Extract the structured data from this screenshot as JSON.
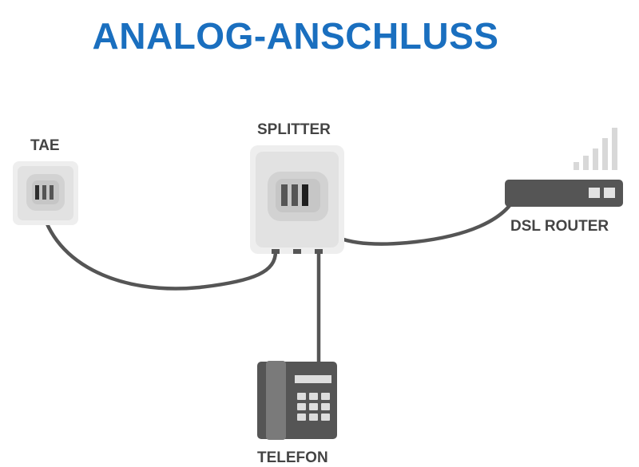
{
  "title": "ANALOG-ANSCHLUSS",
  "devices": {
    "tae": "TAE",
    "splitter": "SPLITTER",
    "router": "DSL ROUTER",
    "phone": "TELEFON"
  },
  "colors": {
    "title": "#1a6fbf",
    "label": "#444444",
    "cable": "#555555",
    "device_light": "#e8e8e8",
    "device_mid": "#cccccc",
    "device_dark": "#555555"
  }
}
